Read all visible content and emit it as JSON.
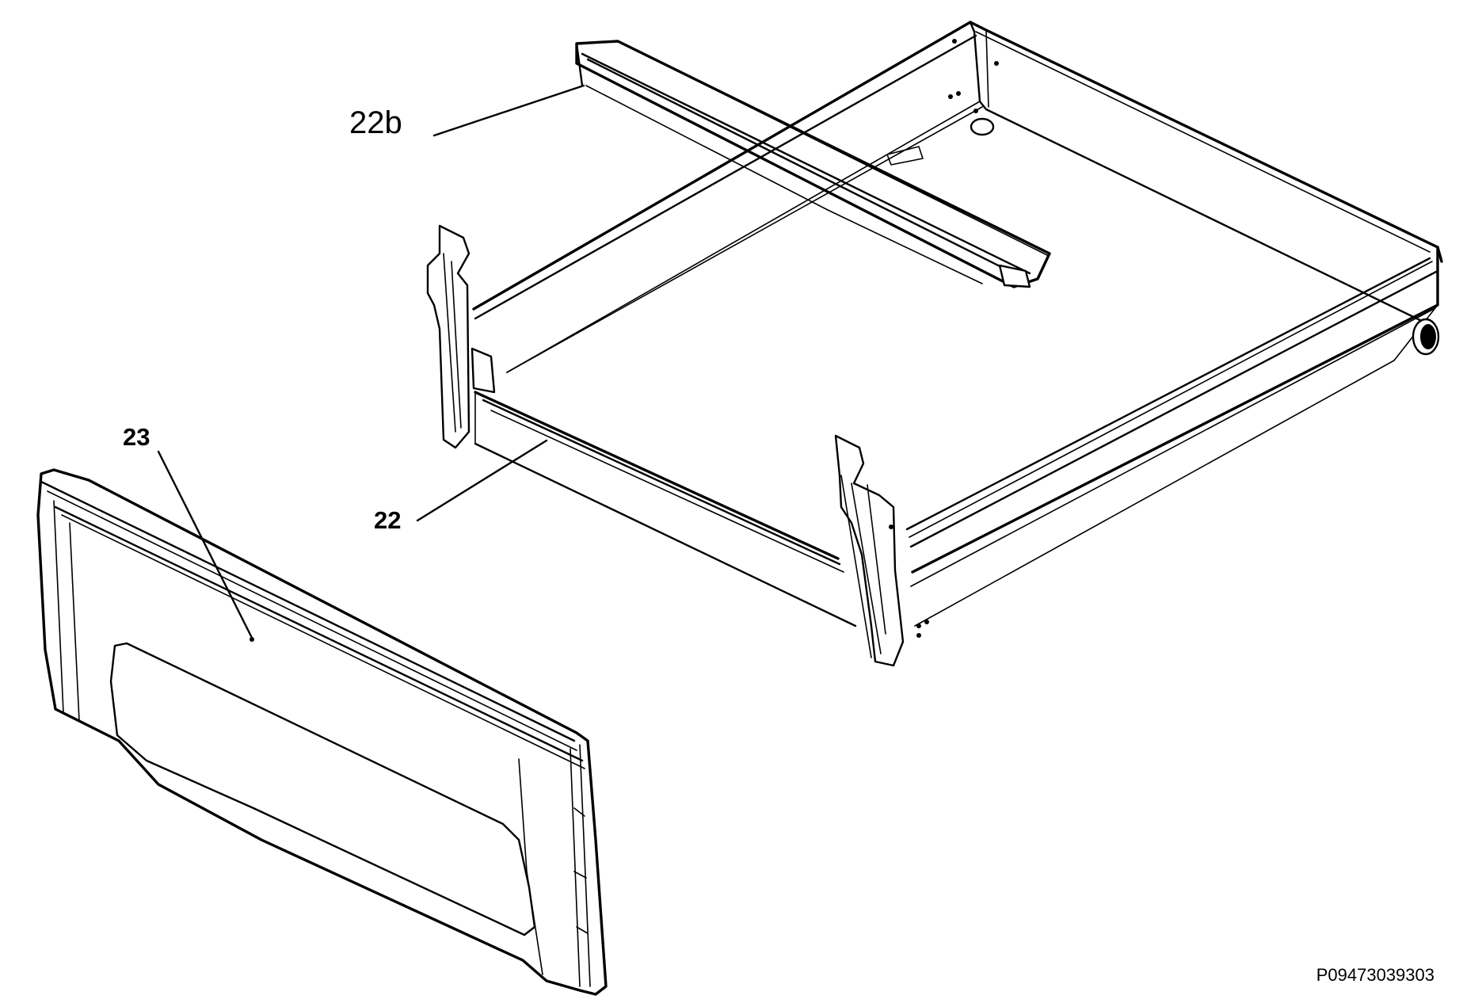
{
  "labels": {
    "part_22": "22",
    "part_22b": "22b",
    "part_23": "23"
  },
  "drawing_code": "P09473039303",
  "colors": {
    "line": "#000000",
    "background": "#ffffff"
  }
}
